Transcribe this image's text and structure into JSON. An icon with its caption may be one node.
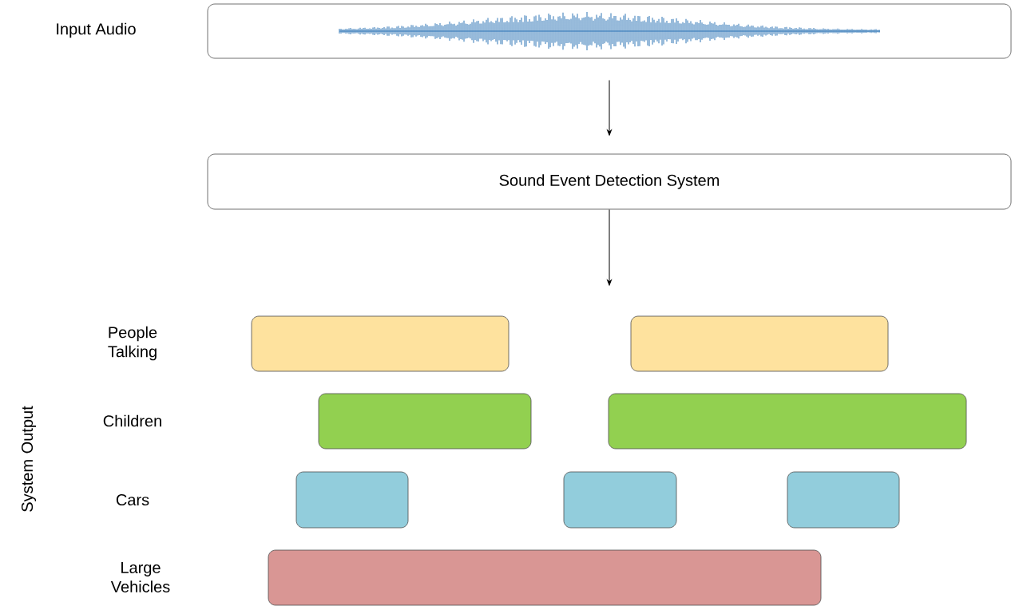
{
  "diagram": {
    "nodes": [
      {
        "text": [
          "Input Audio"
        ]
      },
      {
        "text": [
          "Sound Event Detection System"
        ]
      },
      {
        "text": [],
        "shape": "bar"
      },
      {
        "text": [],
        "shape": "bar"
      },
      {
        "text": [],
        "shape": "bar"
      },
      {
        "text": [],
        "shape": "bar"
      },
      {
        "text": [],
        "shape": "bar"
      },
      {
        "text": [],
        "shape": "bar"
      },
      {
        "text": [],
        "shape": "bar"
      },
      {
        "text": [],
        "shape": "bar"
      }
    ],
    "edges": [
      {
        "from": 0,
        "to": 1,
        "arrow": "to"
      },
      {
        "from": 1,
        "to": null,
        "arrow": "to"
      }
    ],
    "labels": [
      "People Talking",
      "Children",
      "Cars",
      "Large Vehicles",
      "System Output"
    ]
  }
}
